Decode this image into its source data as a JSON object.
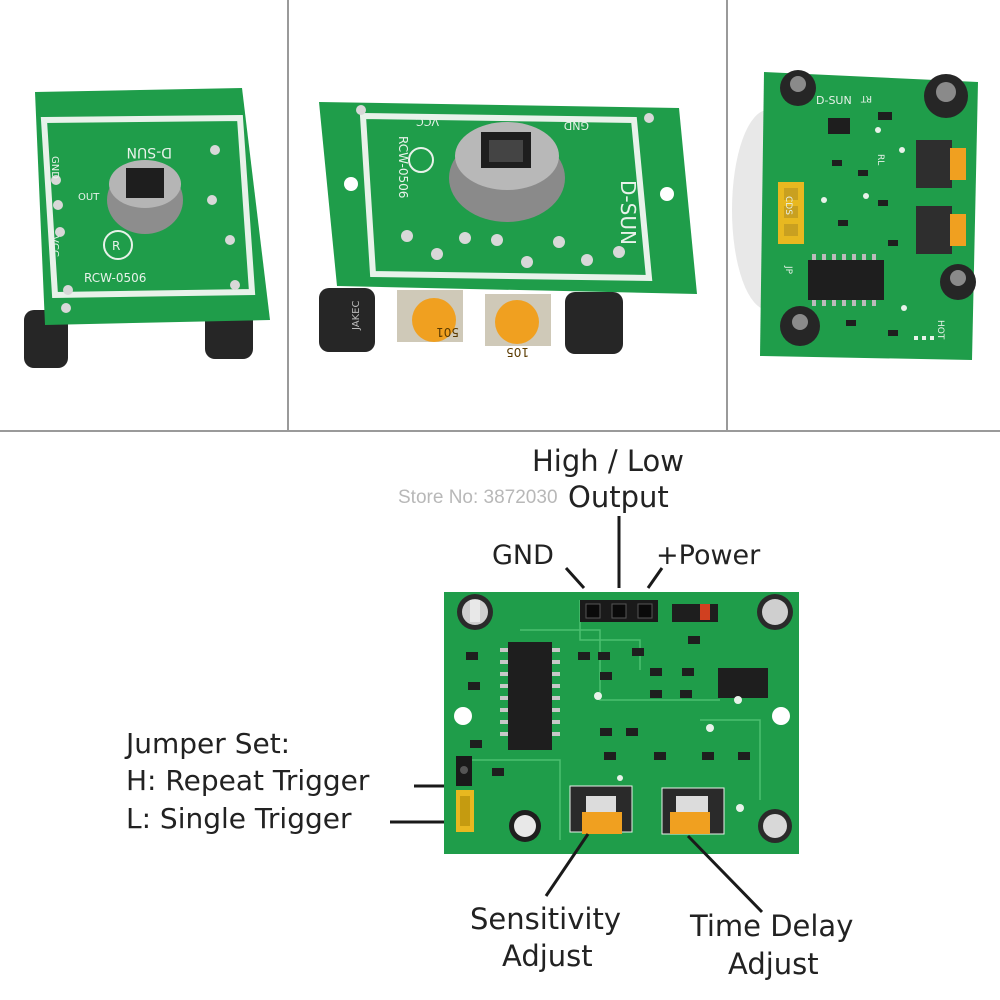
{
  "photos": {
    "left_board": {
      "chip_label": "D-SUN",
      "model": "RCW-0506",
      "pins": [
        "GND",
        "OUT",
        "VCC"
      ]
    },
    "middle_board": {
      "model": "RCW-0506",
      "brand": "D-SUN",
      "pin_left": "VCC",
      "pin_right": "GND",
      "pot_labels": [
        "105",
        "501"
      ],
      "cap_label": "JAKEC"
    },
    "right_board": {
      "brand": "D-SUN",
      "silk": [
        "RT",
        "RL",
        "CDS",
        "JP",
        "HOT"
      ]
    }
  },
  "watermark": "Store No: 3872030",
  "diagram": {
    "high_low_line1": "High / Low",
    "high_low_line2": "Output",
    "gnd": "GND",
    "power": "+Power",
    "jumper_title": "Jumper Set:",
    "jumper_h": "H: Repeat Trigger",
    "jumper_l": "L: Single Trigger",
    "sensitivity_line1": "Sensitivity",
    "sensitivity_line2": "Adjust",
    "time_delay_line1": "Time Delay",
    "time_delay_line2": "Adjust"
  },
  "colors": {
    "pcb_green": "#1f9d4a",
    "pcb_dark": "#137a36",
    "pot_orange": "#f0a020",
    "header_yellow": "#e8b820"
  }
}
